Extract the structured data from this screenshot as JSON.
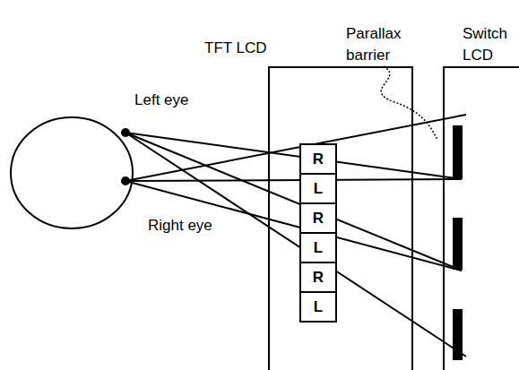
{
  "diagram": {
    "nodes": [
      {
        "text": [
          "R"
        ]
      },
      {
        "text": [
          "L"
        ]
      },
      {
        "text": [
          "R"
        ]
      },
      {
        "text": [
          "L"
        ]
      },
      {
        "text": [
          "R"
        ]
      },
      {
        "text": [
          "L"
        ]
      }
    ],
    "labels": [
      "TFT LCD",
      "Parallax barrier",
      "Switch LCD",
      "Left eye",
      "Right eye"
    ]
  }
}
